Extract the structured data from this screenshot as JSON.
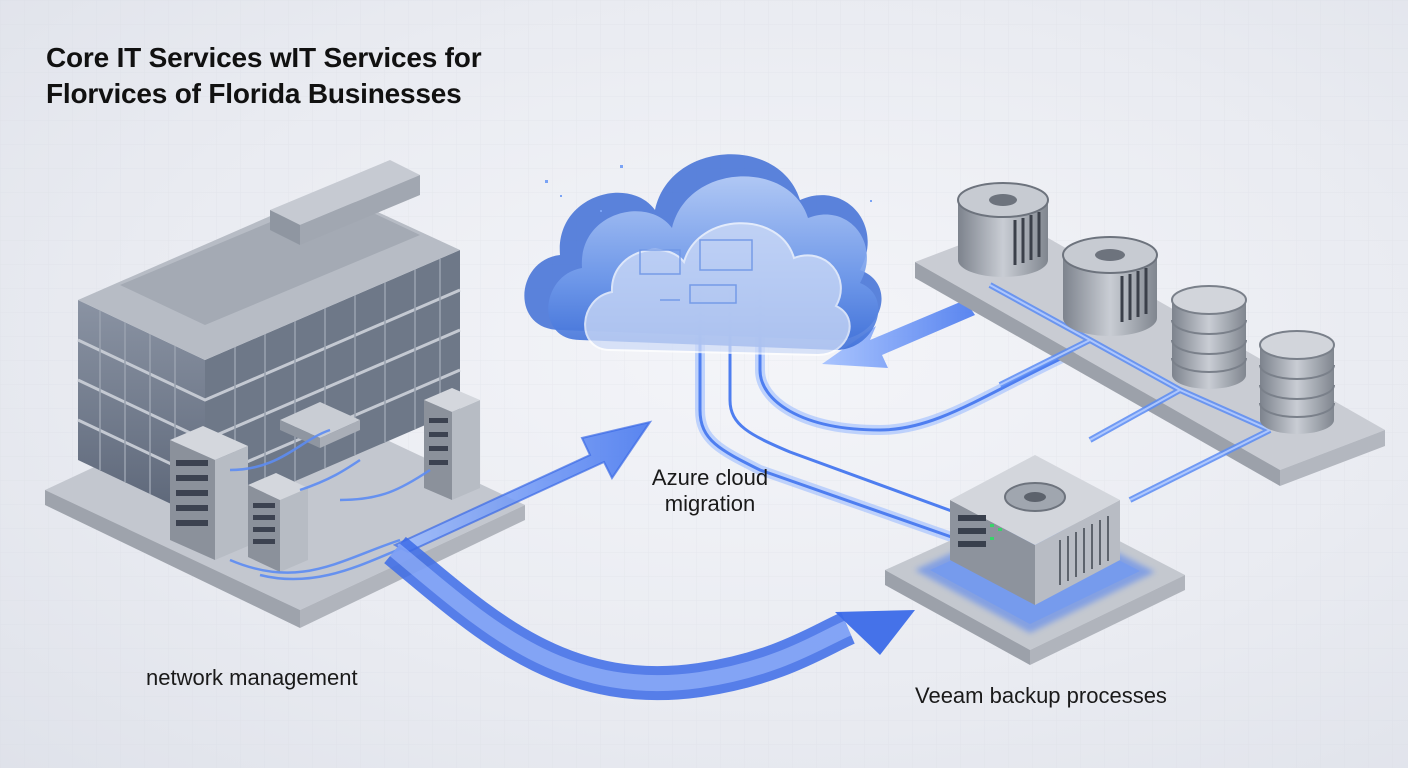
{
  "title": {
    "line1": "Core IT Services wIT Services for",
    "line2": "Florvices of Florida Businesses"
  },
  "labels": {
    "network": "network management",
    "azure_line1": "Azure cloud",
    "azure_line2": "migration",
    "veeam": "Veeam backup processes"
  },
  "colors": {
    "flow_blue": "#4a7ff0",
    "glow_blue": "#7fa8ff",
    "cloud_blue": "#5b8de8",
    "metal": "#9aa0aa"
  }
}
